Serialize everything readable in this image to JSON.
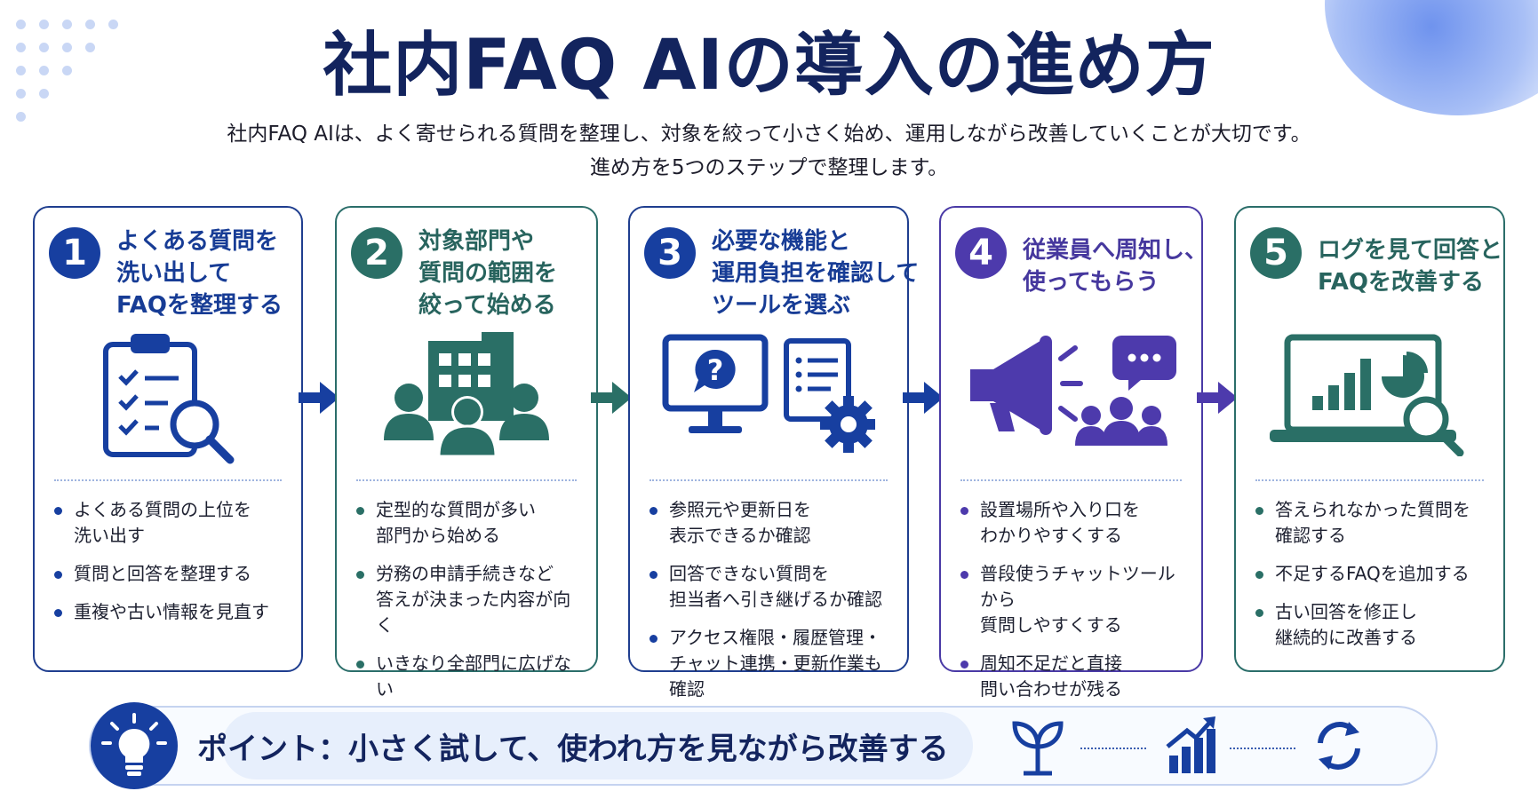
{
  "title": "社内FAQ AIの導入の進め方",
  "subtitle": {
    "line1": "社内FAQ AIは、よく寄せられる質問を整理し、対象を絞って小さく始め、運用しながら改善していくことが大切です。",
    "line2": "進め方を5つのステップで整理します。"
  },
  "colors": {
    "navy": "#173fa0",
    "teal": "#2a6f66",
    "purple": "#4d3aac"
  },
  "steps": [
    {
      "number": "1",
      "heading": [
        "よくある質問を",
        "洗い出して",
        "FAQを整理する"
      ],
      "icon": "clipboard-search-icon",
      "bullets": [
        [
          "よくある質問の上位を",
          "洗い出す"
        ],
        [
          "質問と回答を整理する"
        ],
        [
          "重複や古い情報を見直す"
        ]
      ]
    },
    {
      "number": "2",
      "heading": [
        "対象部門や",
        "質問の範囲を",
        "絞って始める"
      ],
      "icon": "department-building-icon",
      "bullets": [
        [
          "定型的な質問が多い",
          "部門から始める"
        ],
        [
          "労務の申請手続きなど",
          "答えが決まった内容が向く"
        ],
        [
          "いきなり全部門に広げない"
        ]
      ]
    },
    {
      "number": "3",
      "heading": [
        "必要な機能と",
        "運用負担を確認して",
        "ツールを選ぶ"
      ],
      "icon": "monitor-question-gear-icon",
      "bullets": [
        [
          "参照元や更新日を",
          "表示できるか確認"
        ],
        [
          "回答できない質問を",
          "担当者へ引き継げるか確認"
        ],
        [
          "アクセス権限・履歴管理・",
          "チャット連携・更新作業も確認"
        ]
      ]
    },
    {
      "number": "4",
      "heading": [
        "従業員へ周知し、",
        "使ってもらう"
      ],
      "icon": "megaphone-people-icon",
      "bullets": [
        [
          "設置場所や入り口を",
          "わかりやすくする"
        ],
        [
          "普段使うチャットツールから",
          "質問しやすくする"
        ],
        [
          "周知不足だと直接",
          "問い合わせが残る"
        ]
      ]
    },
    {
      "number": "5",
      "heading": [
        "ログを見て回答と",
        "FAQを改善する"
      ],
      "icon": "laptop-chart-search-icon",
      "bullets": [
        [
          "答えられなかった質問を",
          "確認する"
        ],
        [
          "不足するFAQを追加する"
        ],
        [
          "古い回答を修正し",
          "継続的に改善する"
        ]
      ]
    }
  ],
  "point": {
    "label": "ポイント：",
    "text": "小さく試して、使われ方を見ながら改善する",
    "icons": [
      "lightbulb-icon",
      "sprout-icon",
      "growth-chart-icon",
      "cycle-icon"
    ]
  }
}
